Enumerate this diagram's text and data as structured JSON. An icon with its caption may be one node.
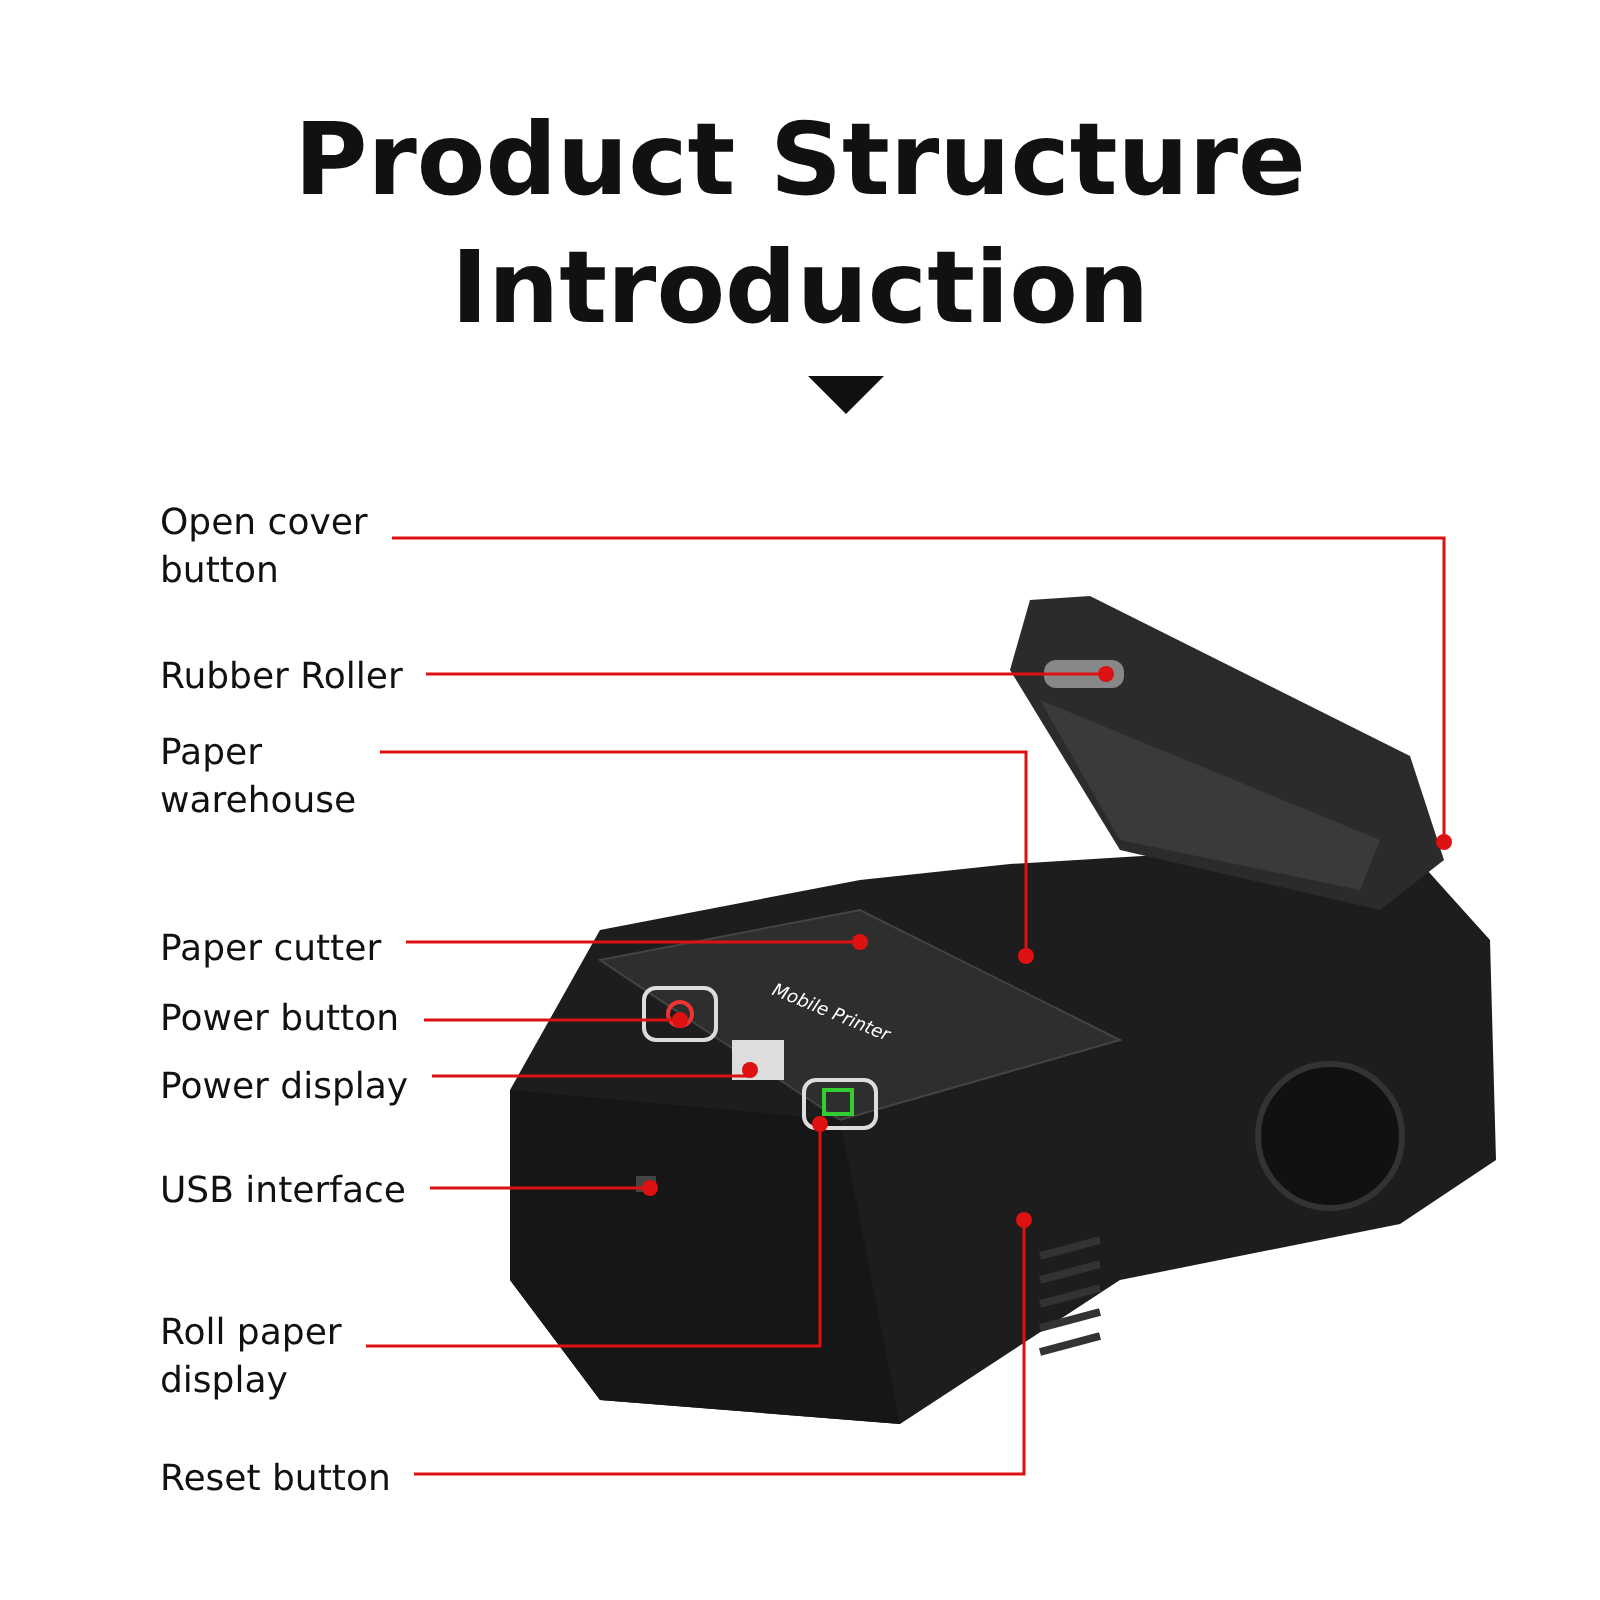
{
  "diagram": {
    "title": "Product Structure Introduction",
    "nodes": [
      {
        "text": [
          "Open cover button"
        ]
      },
      {
        "text": [
          "Rubber Roller"
        ]
      },
      {
        "text": [
          "Paper warehouse"
        ]
      },
      {
        "text": [
          "Paper cutter"
        ]
      },
      {
        "text": [
          "Power button"
        ]
      },
      {
        "text": [
          "Power display"
        ]
      },
      {
        "text": [
          "USB interface"
        ]
      },
      {
        "text": [
          "Roll paper display"
        ]
      },
      {
        "text": [
          "Reset button"
        ]
      },
      {
        "text": [],
        "shape": "picture"
      }
    ],
    "edges": [
      {
        "from": 0,
        "to": 9,
        "arrow": "other"
      },
      {
        "from": 1,
        "to": 9,
        "arrow": "other"
      },
      {
        "from": 2,
        "to": 9,
        "arrow": "other"
      },
      {
        "from": 3,
        "to": 9,
        "arrow": "other"
      },
      {
        "from": 4,
        "to": 9,
        "arrow": "other"
      },
      {
        "from": 5,
        "to": 9,
        "arrow": "other"
      },
      {
        "from": 6,
        "to": 9,
        "arrow": "other"
      },
      {
        "from": 7,
        "to": 9,
        "arrow": "other"
      },
      {
        "from": 8,
        "to": 9,
        "arrow": "other"
      }
    ],
    "labels": [
      "Mobile Printer"
    ]
  }
}
